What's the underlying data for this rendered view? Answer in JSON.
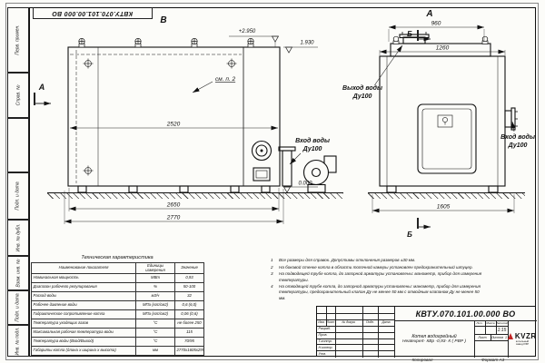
{
  "sheet": {
    "stamp_top": "КВТУ.070.101.00.000  ВО",
    "copied_label": "Копировал",
    "format_label": "Формат  А3"
  },
  "side_strip": {
    "cells": [
      "Перв. примен.",
      "Справ. №",
      "",
      "Подп. и дата",
      "Инв. № дубл.",
      "Взам. инв. №",
      "Подп. и дата",
      "Инв. № подл."
    ]
  },
  "drawing": {
    "view_left_label": "В",
    "view_right_label": "А",
    "section_a": "А",
    "section_b": "Б",
    "see_note": "см. п. 2",
    "outlet_line1": "Выход воды",
    "outlet_line2": "Ду100",
    "inlet_line1": "Вход воды",
    "inlet_line2": "Ду100",
    "dim_2520": "2520",
    "dim_2650": "2650",
    "dim_2770": "2770",
    "dim_960": "960",
    "dim_1260": "1260",
    "dim_1605": "1605",
    "lvl_2950": "+2.950",
    "lvl_1930": "1.930",
    "lvl_0000": "0.000"
  },
  "tech_table": {
    "title": "Техническая характеристика",
    "headers": [
      "Наименование показателя",
      "Единицы измерения",
      "Значение"
    ],
    "rows": [
      [
        "Номинальная мощность",
        "МВт",
        "0,93"
      ],
      [
        "Диапазон рабочего регулирования",
        "%",
        "50-100"
      ],
      [
        "Расход воды",
        "м3/ч",
        "32"
      ],
      [
        "Рабочее давление воды",
        "МПа (кгс/см2)",
        "0,6 (6,0)"
      ],
      [
        "Гидравлическое сопротивление котла",
        "МПа (кгс/см2)",
        "0,06 (0,6)"
      ],
      [
        "Температура уходящих газов",
        "°С",
        "не более 250"
      ],
      [
        "Максимальная рабочая температура воды",
        "°С",
        "115"
      ],
      [
        "Температура воды (Вход/Выход)",
        "°С",
        "70/95"
      ],
      [
        "Габариты котла (длина х ширина х высота)",
        "мм",
        "2770х1605х2950"
      ]
    ]
  },
  "notes": [
    {
      "n": "1",
      "text": "Все размеры для справок. Допустимы отклонения размеров ±30 мм."
    },
    {
      "n": "2",
      "text": "На боковой стенке котла в области топочной камеры установлен предохранительный штуцер."
    },
    {
      "n": "3",
      "text": "На подводящей трубе котла, до запорной арматуры установлены: манометр, прибор для измерения температуры."
    },
    {
      "n": "4",
      "text": "На отводящей трубе котла, до запорной арматуры установлены: манометр, прибор для измерения температуры, предохранительный клапан Ду не менее 50 мм с отводным клапаном Ду не менее 50 мм."
    }
  ],
  "title_block": {
    "doc_number": "КВТУ.070.101.00.000  ВО",
    "product_line1": "Котел водогрейный",
    "product_line2": "Heatexpert- КВр -0,93- К ( РВР )",
    "header_cols": [
      "Изм.",
      "Лист",
      "№ докум.",
      "Подп.",
      "Дата"
    ],
    "rows": [
      "Разраб.",
      "Пров.",
      "Т.контр.",
      "Н.контр.",
      "Утв."
    ],
    "lit_label": "Лит.",
    "mass_label": "Масса",
    "scale_label": "Масштаб",
    "scale_value": "1:15",
    "sheet_label": "Лист",
    "sheets_label": "Листов",
    "sheets_value": "1",
    "logo_text": "KVZR",
    "logo_sub1": "котельный",
    "logo_sub2": "завод РЗР"
  }
}
